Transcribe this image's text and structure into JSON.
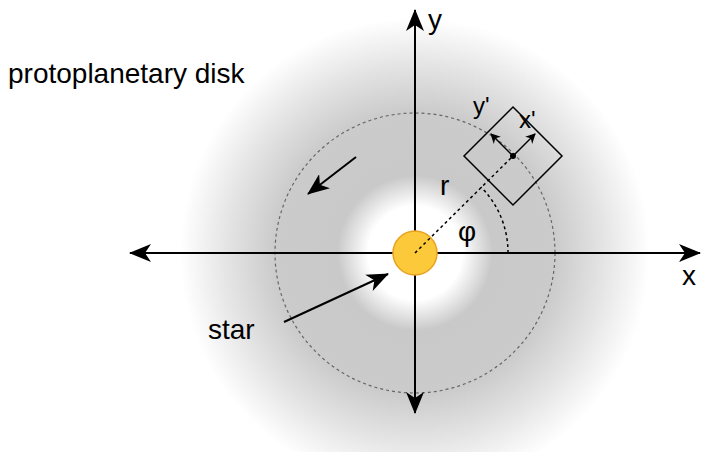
{
  "diagram": {
    "labels": [
      "y",
      "x",
      "protoplanetary disk",
      "star",
      "r",
      "φ",
      "y'",
      "x'"
    ]
  }
}
